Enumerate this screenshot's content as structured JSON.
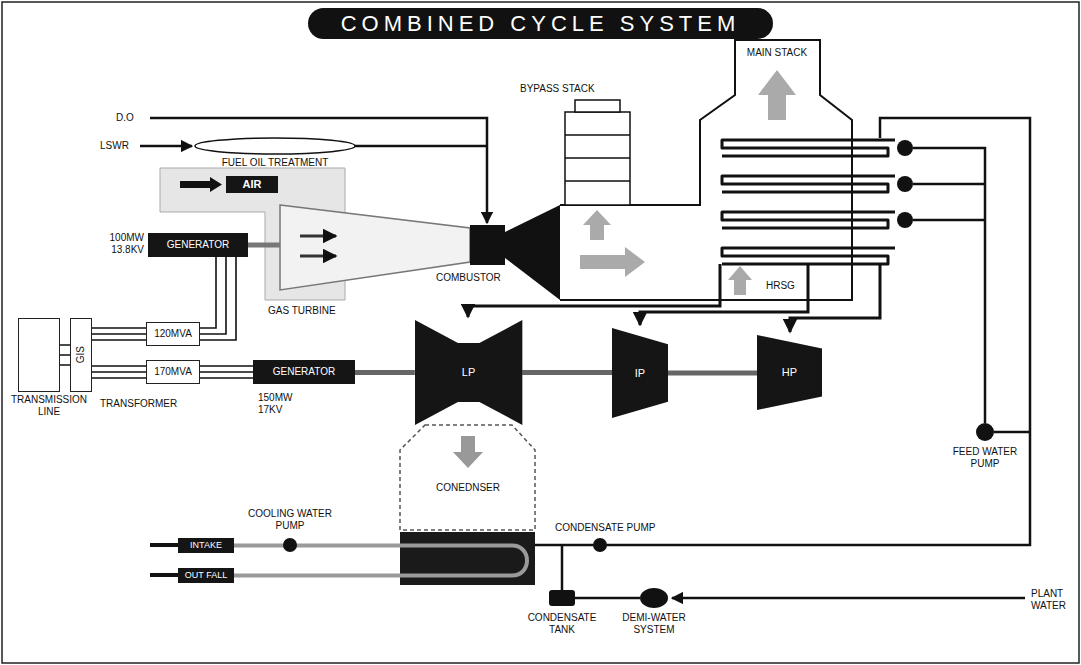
{
  "diagram": {
    "title": "COMBINED CYCLE SYSTEM",
    "nodes": [
      {
        "text": [
          "FUEL OIL TREATMENT"
        ]
      },
      {
        "text": [
          "AIR"
        ]
      },
      {
        "text": [
          "GENERATOR"
        ]
      },
      {
        "text": [
          "120MVA"
        ]
      },
      {
        "text": [
          "170MVA"
        ]
      },
      {
        "text": [
          "GIS"
        ]
      },
      {
        "text": [
          "TRANSMISSION LINE"
        ]
      },
      {
        "text": [
          "GENERATOR"
        ]
      },
      {
        "text": [
          "LP"
        ]
      },
      {
        "text": [
          "IP"
        ]
      },
      {
        "text": [
          "HP"
        ]
      },
      {
        "text": [
          "INTAKE"
        ]
      },
      {
        "text": [
          "OUT FALL"
        ]
      }
    ],
    "edges": [
      {
        "from": 2,
        "to": 3,
        "arrow": "none"
      },
      {
        "from": 3,
        "to": 5,
        "arrow": "none"
      },
      {
        "from": 4,
        "to": 5,
        "arrow": "none"
      },
      {
        "from": 5,
        "to": 6,
        "arrow": "none"
      },
      {
        "from": 7,
        "to": 4,
        "arrow": "none"
      },
      {
        "from": 8,
        "to": 7,
        "arrow": "none"
      },
      {
        "from": 8,
        "to": 9,
        "arrow": "none"
      },
      {
        "from": 9,
        "to": 10,
        "arrow": "none"
      },
      {
        "from": 11,
        "to": 12,
        "arrow": "none"
      }
    ],
    "labels": [
      "D.O",
      "LSWR",
      "BYPASS STACK",
      "MAIN STACK",
      "100MW 13.8KV",
      "GAS TURBINE",
      "COMBUSTOR",
      "HRSG",
      "FEED WATER PUMP",
      "TRANSFORMER",
      "150MW 17KV",
      "COOLING WATER PUMP",
      "CONEDNSER",
      "CONDENSATE PUMP",
      "PLANT WATER",
      "CONDENSATE TANK",
      "DEMI-WATER SYSTEM"
    ]
  }
}
